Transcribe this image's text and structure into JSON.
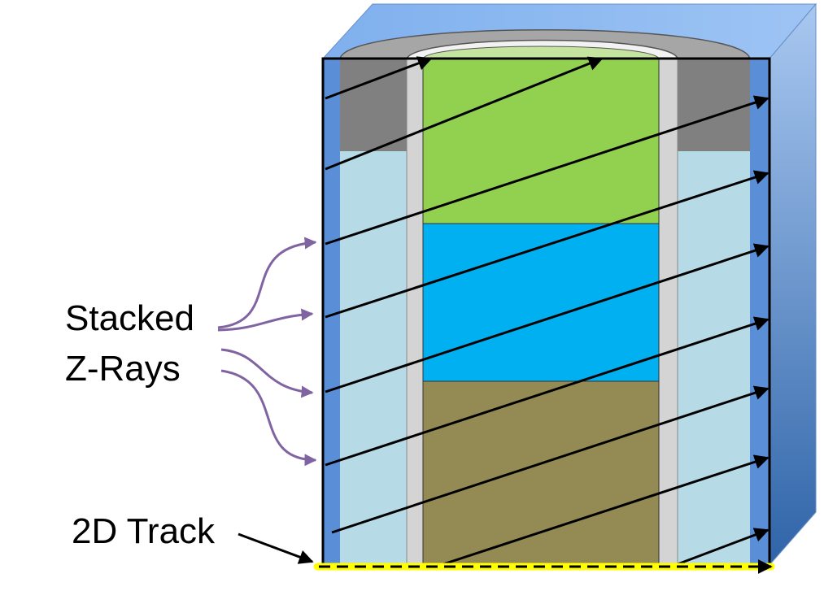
{
  "labels": {
    "stacked": "Stacked",
    "z_rays": "Z-Rays",
    "track": "2D Track"
  },
  "colors": {
    "box_front": "#5a8fd8",
    "box_top": "#7fb0ee",
    "box_side": "#4f7fc0",
    "coolant": "#b7dbe6",
    "cladding": "#d4d4d4",
    "gas_gap": "#808080",
    "fuel_top": "#92d050",
    "fuel_middle": "#00b0f0",
    "fuel_bottom": "#948a54",
    "ray": "#000000",
    "curve": "#8064a2",
    "track": "#ffff00"
  }
}
